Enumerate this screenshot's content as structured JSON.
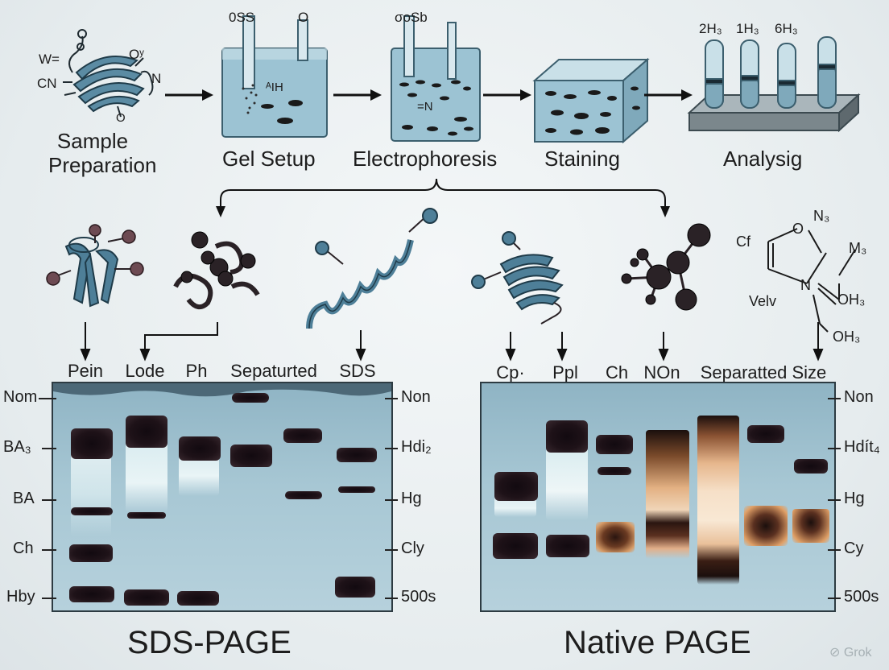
{
  "workflow": {
    "steps": [
      {
        "label": "Sample\nPreparation"
      },
      {
        "label": "Gel Setup"
      },
      {
        "label": "Electrophoresis"
      },
      {
        "label": "Staining"
      },
      {
        "label": "Analysig"
      }
    ],
    "sample_molecule_labels": {
      "w": "W=",
      "cn": "CN",
      "o1": "Oʸ",
      "n": "N",
      "o2": "O"
    },
    "gel_setup_labels": {
      "top": "0SS",
      "o": "O",
      "inner": "ᴬIH"
    },
    "electrophoresis_labels": {
      "top": "σoSb",
      "inner": "=N"
    },
    "analysis_tube_labels": [
      "2H₃",
      "1H₃",
      "6H₃"
    ]
  },
  "molecule_labels": {
    "cf": "Cf",
    "n3": "N₃",
    "ms": "M₃",
    "o": "O",
    "velv": "Velv",
    "n": "N",
    "oh3_right": "OH₃",
    "oh3_bottom": "OH₃"
  },
  "sds_page": {
    "title": "SDS-PAGE",
    "lane_labels": [
      "Pein",
      "Lode",
      "Ph",
      "Sepaturted",
      "SDS"
    ],
    "left_markers": [
      "Nom",
      "BA₃",
      "BA",
      "Ch",
      "Hby"
    ],
    "right_markers": [
      "Non",
      "Hdi₂",
      "Hg",
      "Cly",
      "500s"
    ]
  },
  "native_page": {
    "title": "Native PAGE",
    "lane_labels": [
      "Cp·",
      "Ppl",
      "Ch",
      "NOn",
      "Separatted Size"
    ],
    "right_markers": [
      "Non",
      "Hdít₄",
      "Hg",
      "Cy",
      "500s"
    ]
  },
  "watermark": "Grok",
  "colors": {
    "gel": "#a7c7d4",
    "band": "#150c12",
    "stain_orange": "#e0a067",
    "protein_blue": "#4e7f98",
    "atom_dark": "#2a2226"
  }
}
